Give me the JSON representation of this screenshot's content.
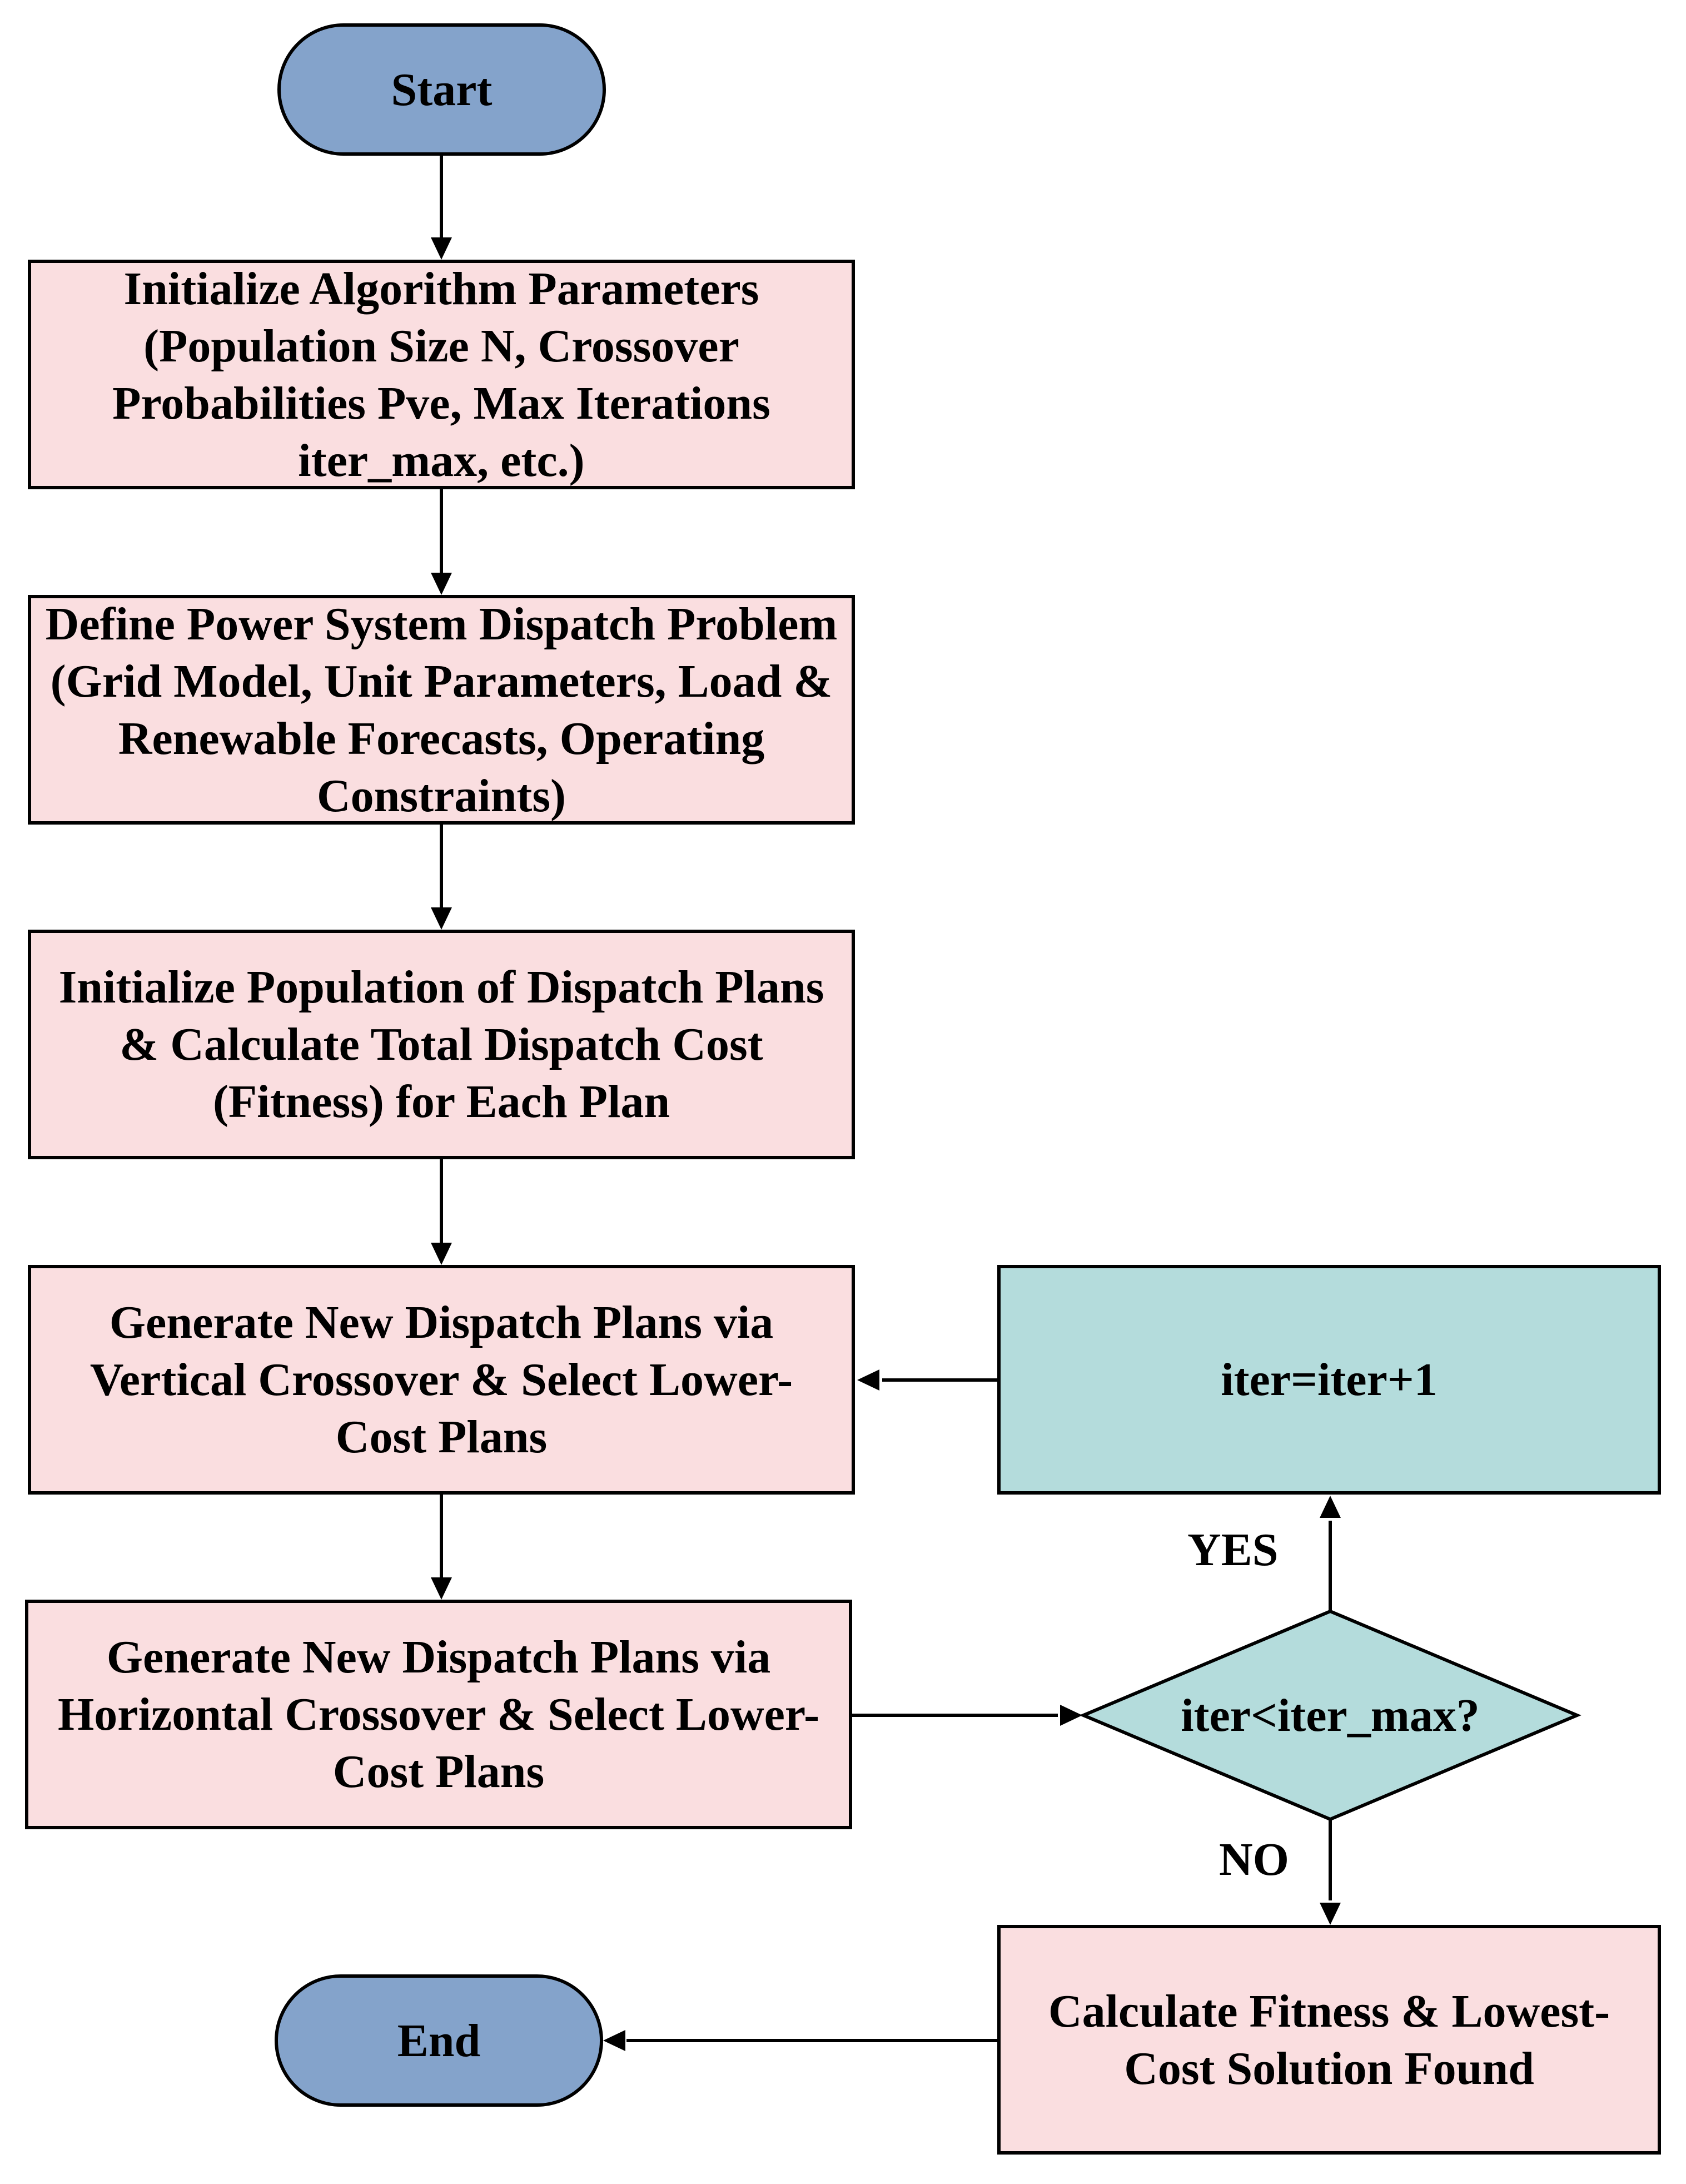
{
  "nodes": {
    "start": "Start",
    "init_params": "Initialize Algorithm Parameters (Population Size N, Crossover Probabilities Pve, Max Iterations iter_max, etc.)",
    "init_params_lines": [
      "Initialize Algorithm Parameters",
      "(Population Size N, Crossover",
      "Probabilities Pve, Max Iterations",
      "iter_max, etc.)"
    ],
    "define_problem_lines": [
      "Define Power System Dispatch Problem",
      "(Grid Model, Unit Parameters, Load &",
      "Renewable Forecasts, Operating",
      "Constraints)"
    ],
    "init_population_lines": [
      "Initialize Population of Dispatch Plans",
      "& Calculate Total Dispatch Cost",
      "(Fitness) for Each Plan"
    ],
    "vertical_crossover_lines": [
      "Generate New Dispatch Plans via",
      "Vertical Crossover & Select Lower-",
      "Cost Plans"
    ],
    "horizontal_crossover_lines": [
      "Generate New Dispatch Plans via",
      "Horizontal Crossover & Select Lower-",
      "Cost Plans"
    ],
    "iter_increment": "iter=iter+1",
    "decision": "iter<iter_max?",
    "final_calc_lines": [
      "Calculate Fitness & Lowest-",
      "Cost Solution Found"
    ],
    "end": "End"
  },
  "labels": {
    "yes": "YES",
    "no": "NO"
  },
  "colors": {
    "terminal_fill": "#84A3CB",
    "process_fill": "#FADEE0",
    "loop_fill": "#B4DCDC",
    "stroke": "#000000"
  }
}
